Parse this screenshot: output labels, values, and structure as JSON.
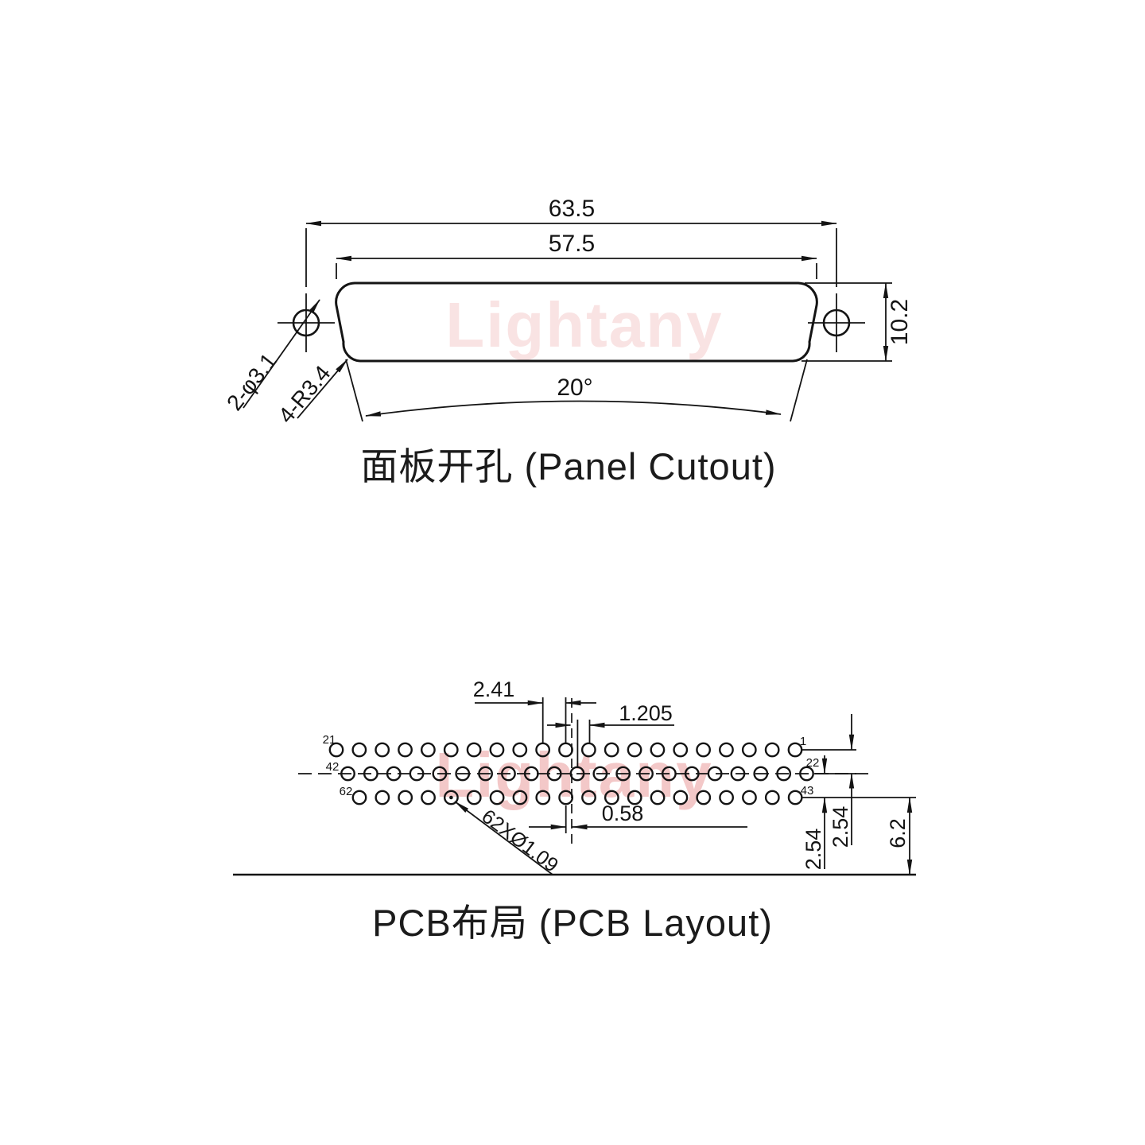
{
  "watermark": {
    "text": "Lightany",
    "color_top": "#f9e3e3",
    "color_bottom": "#f3c8c8"
  },
  "panel": {
    "title": "面板开孔 (Panel Cutout)",
    "dim_outer_width": "63.5",
    "dim_inner_width": "57.5",
    "dim_height": "10.2",
    "dim_angle": "20°",
    "label_mount_holes": "2-φ3.1",
    "label_corner_radius": "4-R3.4"
  },
  "pcb": {
    "title": "PCB布局 (PCB Layout)",
    "dim_pitch": "2.41",
    "dim_half_pitch": "1.205",
    "dim_center_offset": "0.58",
    "dim_row_spacing_upper": "2.54",
    "dim_row_spacing_lower": "2.54",
    "dim_edge_distance": "6.2",
    "label_hole_spec": "62XØ1.09",
    "pins": {
      "top_left": "21",
      "top_right": "1",
      "mid_left": "42",
      "mid_right": "22",
      "bot_left": "62",
      "bot_right": "43"
    },
    "rows": [
      {
        "count": 21
      },
      {
        "count": 21
      },
      {
        "count": 20
      }
    ],
    "marked_hole": {
      "row": 2,
      "index": 4
    }
  }
}
